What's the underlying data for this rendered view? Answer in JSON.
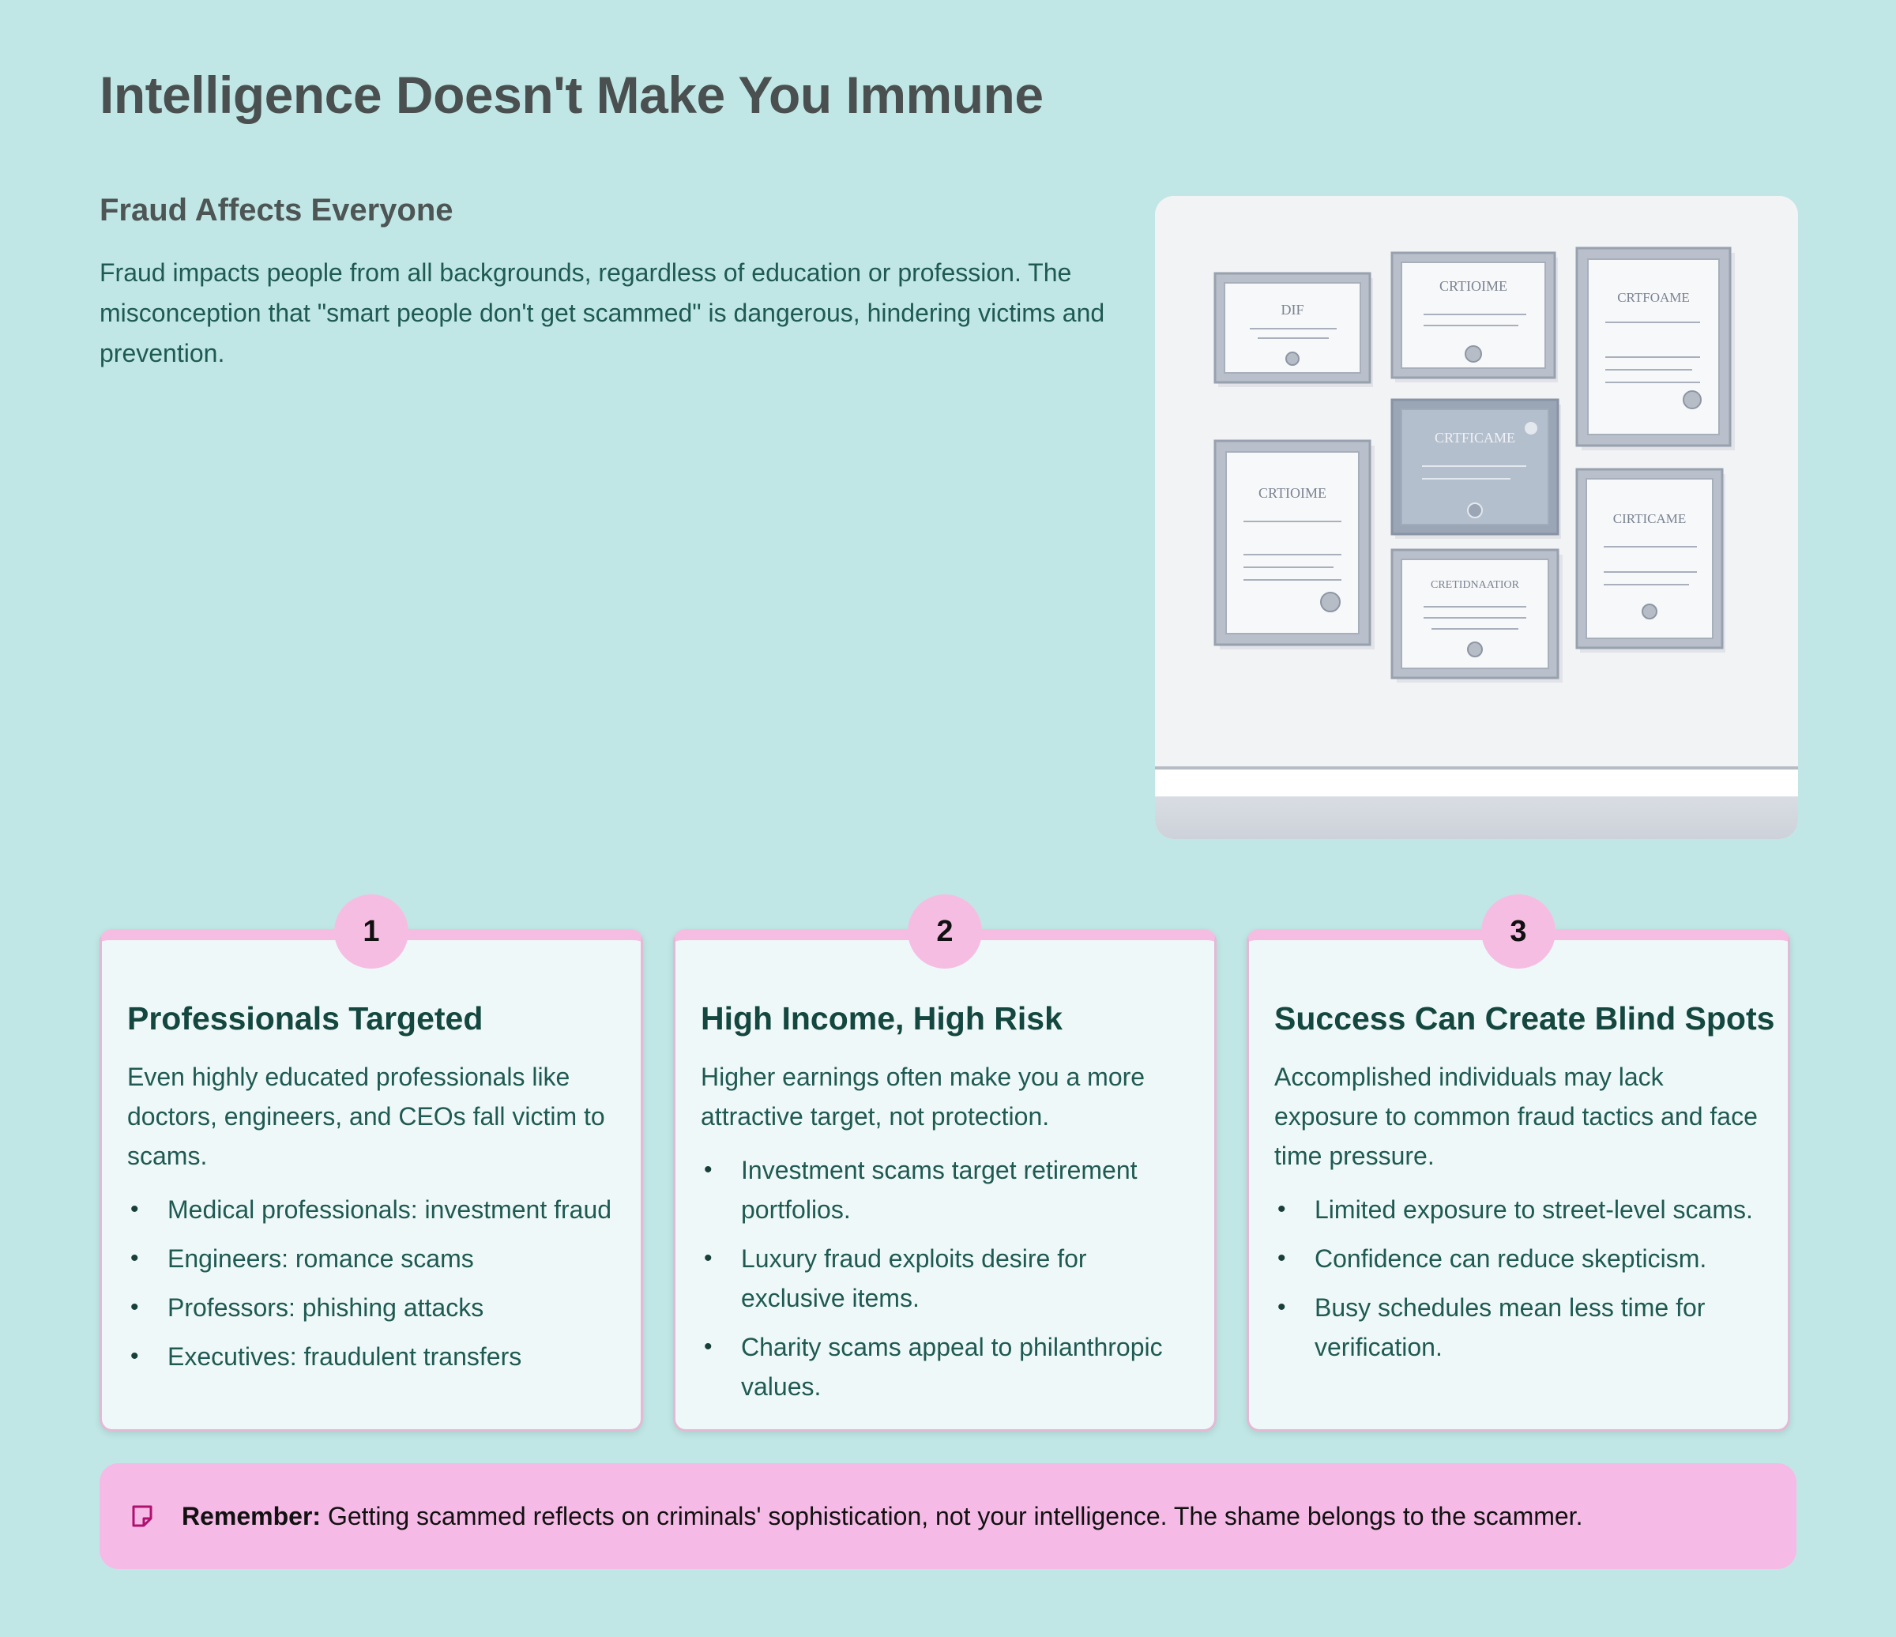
{
  "page": {
    "title": "Intelligence Doesn't Make You Immune",
    "section_heading": "Fraud Affects Everyone",
    "intro": "Fraud impacts people from all backgrounds, regardless of education or profession. The misconception that \"smart people don't get scammed\" is dangerous, hindering victims and prevention."
  },
  "hero_image": {
    "frame_titles": [
      "DIF",
      "CRTIOIME",
      "CRTFOAME",
      "CRTFICAME",
      "CRTIOIME",
      "CIRTICAME",
      "CRETIDNAATIOR"
    ]
  },
  "cards": [
    {
      "number": "1",
      "title": "Professionals Targeted",
      "description": "Even highly educated professionals like doctors, engineers, and CEOs fall victim to scams.",
      "items": [
        "Medical professionals: investment fraud",
        "Engineers: romance scams",
        "Professors: phishing attacks",
        "Executives: fraudulent transfers"
      ]
    },
    {
      "number": "2",
      "title": "High Income, High Risk",
      "description": "Higher earnings often make you a more attractive target, not protection.",
      "items": [
        "Investment scams target retirement portfolios.",
        "Luxury fraud exploits desire for exclusive items.",
        "Charity scams appeal to philanthropic values."
      ]
    },
    {
      "number": "3",
      "title": "Success Can Create Blind Spots",
      "description": "Accomplished individuals may lack exposure to common fraud tactics and face time pressure.",
      "items": [
        "Limited exposure to street-level scams.",
        "Confidence can reduce skepticism.",
        "Busy schedules mean less time for verification."
      ]
    }
  ],
  "bullet_glyph": "•",
  "callout": {
    "icon": "sticky-note-icon",
    "label": "Remember:",
    "text": " Getting scammed reflects on criminals' sophistication, not your intelligence. The shame belongs to the scammer."
  },
  "colors": {
    "background": "#c0e7e5",
    "accent_pink": "#f6bde3",
    "card_background": "#eef8f8",
    "heading_teal": "#14473f"
  }
}
